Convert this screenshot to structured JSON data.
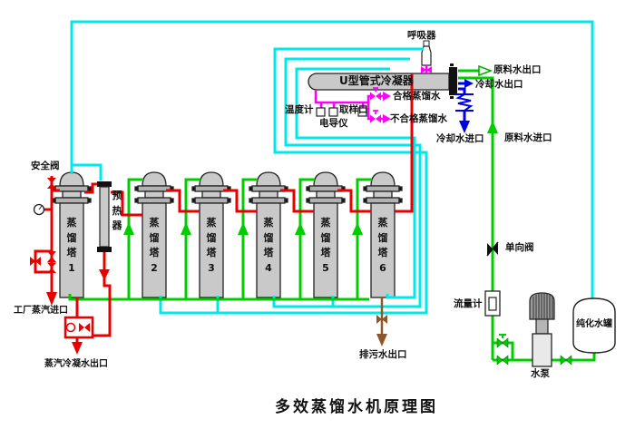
{
  "title": "多效蒸馏水机原理图",
  "colors": {
    "pipe_cyan": "#00E8E8",
    "pipe_green": "#00CC00",
    "pipe_red": "#E80000",
    "pipe_magenta": "#FF00FF",
    "pipe_blue": "#0000E0",
    "pipe_brown": "#8B572B",
    "vessel_gray": "#C9C9C9"
  },
  "condenser": {
    "label": "U型管式冷凝器",
    "breather_label": "呼吸器"
  },
  "instrument_panel": {
    "thermometer": "温度计",
    "conductivity_meter": "电导仪",
    "sampling_port": "取样口",
    "qualified_water": "合格蒸馏水",
    "unqualified_water": "不合格蒸馏水"
  },
  "water_ports": {
    "raw_water_outlet": "原料水出口",
    "cooling_water_outlet": "冷却水出口",
    "cooling_water_inlet": "冷却水进口",
    "raw_water_inlet": "原料水进口"
  },
  "steam_section": {
    "safety_valve": "安全阀",
    "factory_steam_inlet": "工厂蒸汽进口",
    "steam_condensate_outlet": "蒸汽冷凝水出口",
    "preheater": "预热器"
  },
  "towers": [
    {
      "label": "蒸馏塔1"
    },
    {
      "label": "蒸馏塔2"
    },
    {
      "label": "蒸馏塔3"
    },
    {
      "label": "蒸馏塔4"
    },
    {
      "label": "蒸馏塔5"
    },
    {
      "label": "蒸馏塔6"
    }
  ],
  "drain": {
    "blowdown_outlet": "排污水出口"
  },
  "circulation": {
    "check_valve": "单向阀",
    "flow_meter": "流量计",
    "water_pump": "水泵",
    "purified_water_tank": "纯化水罐"
  }
}
